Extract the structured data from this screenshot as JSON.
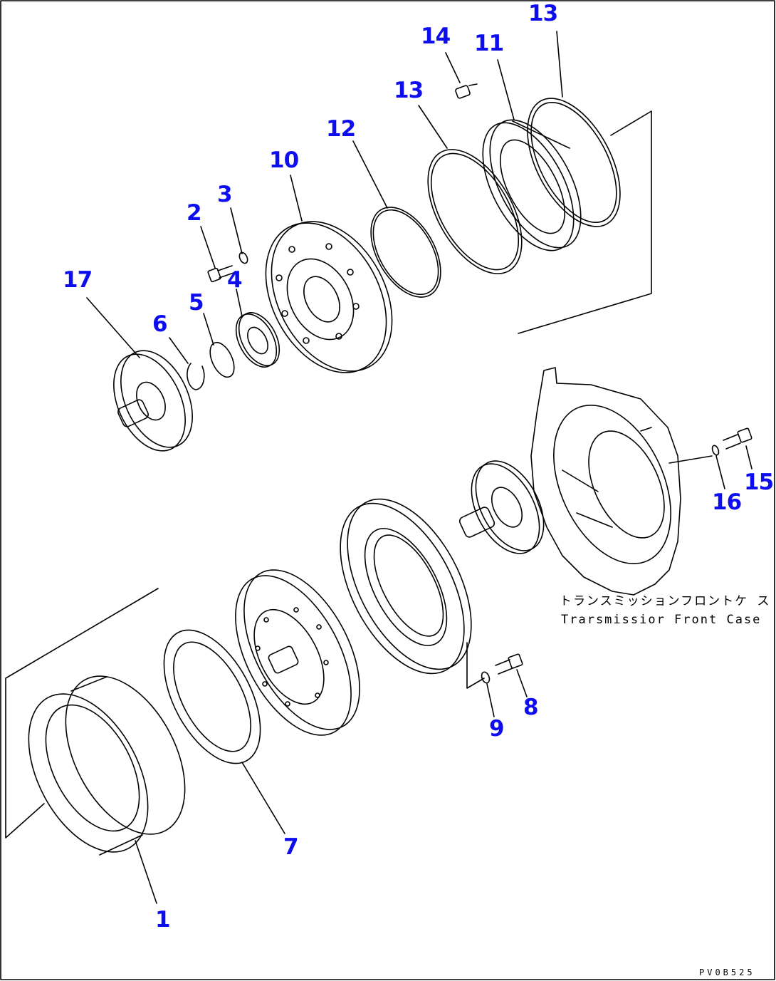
{
  "callouts": [
    {
      "id": "1",
      "text": "1"
    },
    {
      "id": "2",
      "text": "2"
    },
    {
      "id": "3",
      "text": "3"
    },
    {
      "id": "4",
      "text": "4"
    },
    {
      "id": "5",
      "text": "5"
    },
    {
      "id": "6",
      "text": "6"
    },
    {
      "id": "7",
      "text": "7"
    },
    {
      "id": "8",
      "text": "8"
    },
    {
      "id": "9",
      "text": "9"
    },
    {
      "id": "10",
      "text": "10"
    },
    {
      "id": "11",
      "text": "11"
    },
    {
      "id": "12",
      "text": "12"
    },
    {
      "id": "13a",
      "text": "13"
    },
    {
      "id": "13b",
      "text": "13"
    },
    {
      "id": "14",
      "text": "14"
    },
    {
      "id": "15",
      "text": "15"
    },
    {
      "id": "16",
      "text": "16"
    },
    {
      "id": "17",
      "text": "17"
    }
  ],
  "case_label": {
    "japanese": "トランスミッションフロントケ ス",
    "english": "Trarsmissior Front Case"
  },
  "drawing_id": "PV0B525",
  "colors": {
    "callout": "#0d0df0",
    "line": "#000000",
    "background": "#ffffff"
  }
}
